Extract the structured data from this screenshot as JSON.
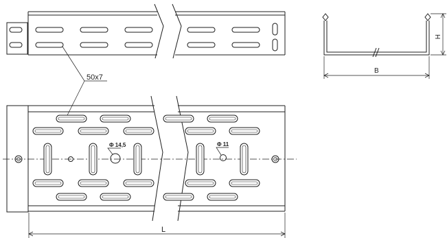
{
  "labels": {
    "slot_size": "50x7",
    "hole_small": "Φ 14,5",
    "hole_large": "Φ 11",
    "length": "L",
    "width": "B",
    "height": "H"
  },
  "colors": {
    "line": "#1e1e1e",
    "background": "#ffffff"
  }
}
